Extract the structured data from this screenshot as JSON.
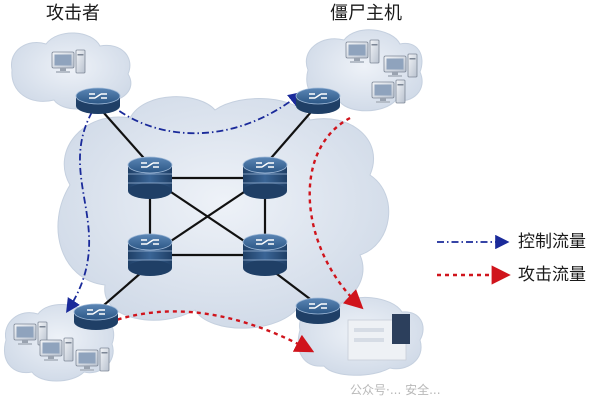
{
  "labels": {
    "attacker": "攻击者",
    "zombie_hosts": "僵尸主机"
  },
  "legend": [
    {
      "text": "控制流量",
      "style": "dash-dot",
      "color": "#1a2a9a"
    },
    {
      "text": "攻击流量",
      "style": "dotted",
      "color": "#d0141c"
    }
  ],
  "watermark": "公众号·... 安全... ",
  "colors": {
    "control_flow": "#1a2a9a",
    "attack_flow": "#d0141c",
    "router": "#2f5d8c",
    "cloud": "#d9e2ef",
    "link": "#111111"
  }
}
